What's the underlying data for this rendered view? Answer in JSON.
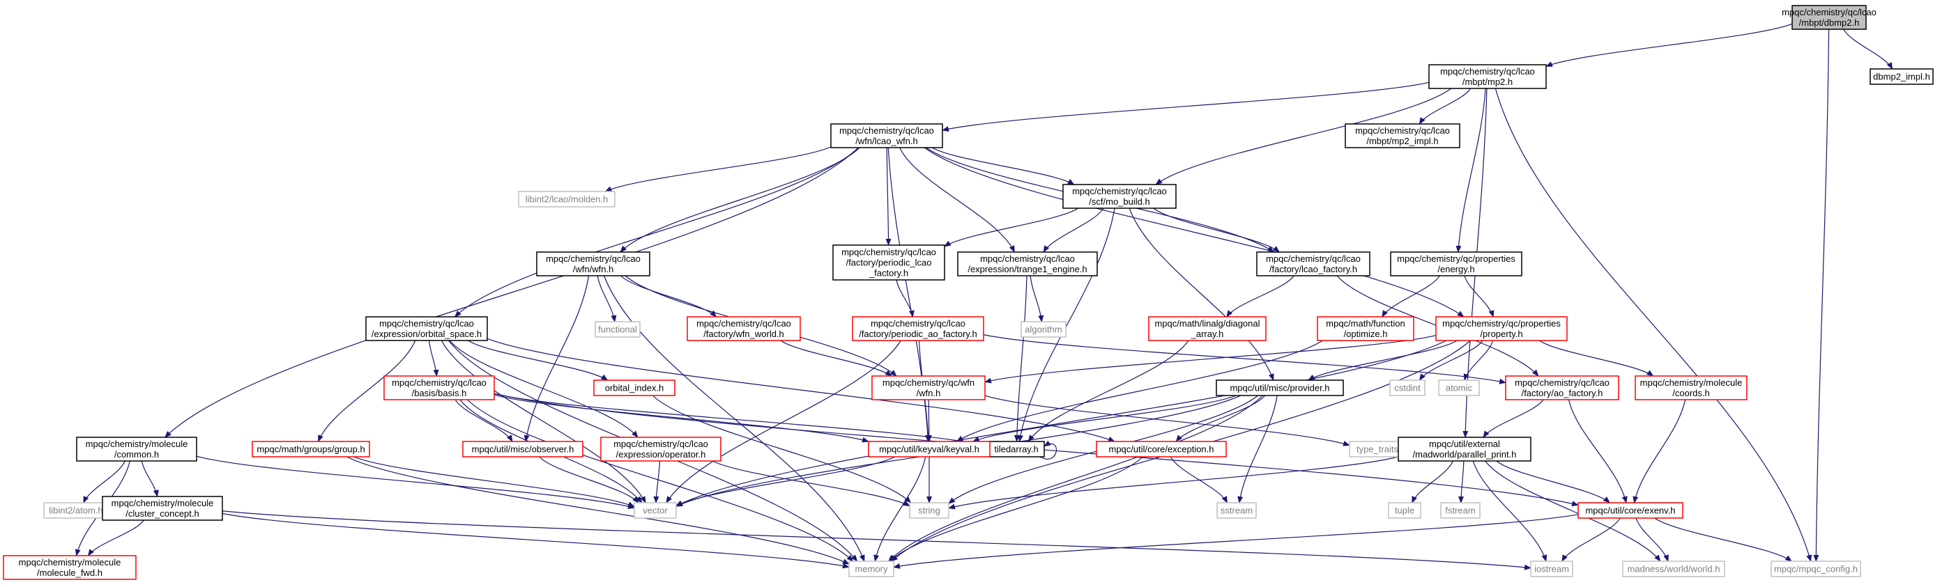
{
  "colors": {
    "edge": "#191970",
    "node_border_normal": "#000000",
    "node_border_red": "#ff0000",
    "node_border_gray": "#bfbfbf",
    "root_fill": "#bfbfbf",
    "background": "#ffffff",
    "muted_text": "#7f7f7f"
  },
  "nodes": [
    {
      "id": "root",
      "label": [
        "mpqc/chemistry/qc/lcao",
        "/mbpt/dbmp2.h"
      ],
      "style": "root"
    },
    {
      "id": "mp2",
      "label": [
        "mpqc/chemistry/qc/lcao",
        "/mbpt/mp2.h"
      ],
      "style": "normal"
    },
    {
      "id": "dbmp2impl",
      "label": [
        "dbmp2_impl.h"
      ],
      "style": "normal"
    },
    {
      "id": "wfnlcao",
      "label": [
        "mpqc/chemistry/qc/lcao",
        "/wfn/lcao_wfn.h"
      ],
      "style": "normal"
    },
    {
      "id": "mp2impl",
      "label": [
        "mpqc/chemistry/qc/lcao",
        "/mbpt/mp2_impl.h"
      ],
      "style": "normal"
    },
    {
      "id": "molden",
      "label": [
        "libint2/lcao/molden.h"
      ],
      "style": "gray"
    },
    {
      "id": "scfmo",
      "label": [
        "mpqc/chemistry/qc/lcao",
        "/scf/mo_build.h"
      ],
      "style": "normal"
    },
    {
      "id": "wfnwfn",
      "label": [
        "mpqc/chemistry/qc/lcao",
        "/wfn/wfn.h"
      ],
      "style": "normal"
    },
    {
      "id": "periodic",
      "label": [
        "mpqc/chemistry/qc/lcao",
        "/factory/periodic_lcao",
        "_factory.h"
      ],
      "style": "normal"
    },
    {
      "id": "trange1",
      "label": [
        "mpqc/chemistry/qc/lcao",
        "/expression/trange1_engine.h"
      ],
      "style": "normal"
    },
    {
      "id": "lcaofactory",
      "label": [
        "mpqc/chemistry/qc/lcao",
        "/factory/lcao_factory.h"
      ],
      "style": "normal"
    },
    {
      "id": "energy",
      "label": [
        "mpqc/chemistry/qc/properties",
        "/energy.h"
      ],
      "style": "normal"
    },
    {
      "id": "functional",
      "label": [
        "functional"
      ],
      "style": "gray"
    },
    {
      "id": "algorithm",
      "label": [
        "algorithm"
      ],
      "style": "gray"
    },
    {
      "id": "orbspace",
      "label": [
        "mpqc/chemistry/qc/lcao",
        "/expression/orbital_space.h"
      ],
      "style": "normal"
    },
    {
      "id": "wfnworld",
      "label": [
        "mpqc/chemistry/qc/lcao",
        "/factory/wfn_world.h"
      ],
      "style": "red"
    },
    {
      "id": "periodicao",
      "label": [
        "mpqc/chemistry/qc/lcao",
        "/factory/periodic_ao_factory.h"
      ],
      "style": "red"
    },
    {
      "id": "diagarr",
      "label": [
        "mpqc/math/linalg/diagonal",
        "_array.h"
      ],
      "style": "red"
    },
    {
      "id": "optimize",
      "label": [
        "mpqc/math/function",
        "/optimize.h"
      ],
      "style": "red"
    },
    {
      "id": "property",
      "label": [
        "mpqc/chemistry/qc/properties",
        "/property.h"
      ],
      "style": "red"
    },
    {
      "id": "basis",
      "label": [
        "mpqc/chemistry/qc/lcao",
        "/basis/basis.h"
      ],
      "style": "red"
    },
    {
      "id": "orbindex",
      "label": [
        "orbital_index.h"
      ],
      "style": "red"
    },
    {
      "id": "qcwfn",
      "label": [
        "mpqc/chemistry/qc/wfn",
        "/wfn.h"
      ],
      "style": "red"
    },
    {
      "id": "provider",
      "label": [
        "mpqc/util/misc/provider.h"
      ],
      "style": "normal"
    },
    {
      "id": "cstdint",
      "label": [
        "cstdint"
      ],
      "style": "gray"
    },
    {
      "id": "atomic",
      "label": [
        "atomic"
      ],
      "style": "gray"
    },
    {
      "id": "aofactory",
      "label": [
        "mpqc/chemistry/qc/lcao",
        "/factory/ao_factory.h"
      ],
      "style": "red"
    },
    {
      "id": "coords",
      "label": [
        "mpqc/chemistry/molecule",
        "/coords.h"
      ],
      "style": "red"
    },
    {
      "id": "molcommon",
      "label": [
        "mpqc/chemistry/molecule",
        "/common.h"
      ],
      "style": "normal"
    },
    {
      "id": "group",
      "label": [
        "mpqc/math/groups/group.h"
      ],
      "style": "red"
    },
    {
      "id": "observer",
      "label": [
        "mpqc/util/misc/observer.h"
      ],
      "style": "red"
    },
    {
      "id": "operator",
      "label": [
        "mpqc/chemistry/qc/lcao",
        "/expression/operator.h"
      ],
      "style": "red"
    },
    {
      "id": "tiledarray",
      "label": [
        "tiledarray.h"
      ],
      "style": "normal"
    },
    {
      "id": "keyval",
      "label": [
        "mpqc/util/keyval/keyval.h"
      ],
      "style": "red"
    },
    {
      "id": "exception",
      "label": [
        "mpqc/util/core/exception.h"
      ],
      "style": "red"
    },
    {
      "id": "typetraits",
      "label": [
        "type_traits"
      ],
      "style": "gray"
    },
    {
      "id": "parprint",
      "label": [
        "mpqc/util/external",
        "/madworld/parallel_print.h"
      ],
      "style": "normal"
    },
    {
      "id": "atomh",
      "label": [
        "libint2/atom.h"
      ],
      "style": "gray"
    },
    {
      "id": "cluster",
      "label": [
        "mpqc/chemistry/molecule",
        "/cluster_concept.h"
      ],
      "style": "normal"
    },
    {
      "id": "vector",
      "label": [
        "vector"
      ],
      "style": "gray"
    },
    {
      "id": "string",
      "label": [
        "string"
      ],
      "style": "gray"
    },
    {
      "id": "sstream",
      "label": [
        "sstream"
      ],
      "style": "gray"
    },
    {
      "id": "tuple",
      "label": [
        "tuple"
      ],
      "style": "gray"
    },
    {
      "id": "fstream",
      "label": [
        "fstream"
      ],
      "style": "gray"
    },
    {
      "id": "exenv",
      "label": [
        "mpqc/util/core/exenv.h"
      ],
      "style": "red"
    },
    {
      "id": "molfwd",
      "label": [
        "mpqc/chemistry/molecule",
        "/molecule_fwd.h"
      ],
      "style": "red"
    },
    {
      "id": "memory",
      "label": [
        "memory"
      ],
      "style": "gray"
    },
    {
      "id": "iostream",
      "label": [
        "iostream"
      ],
      "style": "gray"
    },
    {
      "id": "madworld",
      "label": [
        "madness/world/world.h"
      ],
      "style": "gray"
    },
    {
      "id": "config",
      "label": [
        "mpqc/mpqc_config.h"
      ],
      "style": "gray"
    }
  ],
  "edges": [
    [
      "root",
      "mp2"
    ],
    [
      "root",
      "dbmp2impl"
    ],
    [
      "root",
      "config"
    ],
    [
      "mp2",
      "wfnlcao"
    ],
    [
      "mp2",
      "mp2impl"
    ],
    [
      "mp2",
      "scfmo"
    ],
    [
      "mp2",
      "energy"
    ],
    [
      "mp2",
      "parprint"
    ],
    [
      "mp2",
      "config"
    ],
    [
      "wfnlcao",
      "molden"
    ],
    [
      "wfnlcao",
      "scfmo"
    ],
    [
      "wfnlcao",
      "wfnwfn"
    ],
    [
      "wfnlcao",
      "periodic"
    ],
    [
      "wfnlcao",
      "trange1"
    ],
    [
      "wfnlcao",
      "lcaofactory"
    ],
    [
      "wfnlcao",
      "orbspace"
    ],
    [
      "wfnlcao",
      "property"
    ],
    [
      "wfnlcao",
      "molcommon"
    ],
    [
      "wfnlcao",
      "keyval"
    ],
    [
      "scfmo",
      "periodic"
    ],
    [
      "scfmo",
      "trange1"
    ],
    [
      "scfmo",
      "lcaofactory"
    ],
    [
      "scfmo",
      "provider"
    ],
    [
      "scfmo",
      "tiledarray"
    ],
    [
      "wfnwfn",
      "functional"
    ],
    [
      "wfnwfn",
      "wfnworld"
    ],
    [
      "wfnwfn",
      "qcwfn"
    ],
    [
      "wfnwfn",
      "observer"
    ],
    [
      "wfnwfn",
      "memory"
    ],
    [
      "periodic",
      "periodicao"
    ],
    [
      "trange1",
      "algorithm"
    ],
    [
      "trange1",
      "tiledarray"
    ],
    [
      "lcaofactory",
      "diagarr"
    ],
    [
      "lcaofactory",
      "aofactory"
    ],
    [
      "energy",
      "optimize"
    ],
    [
      "energy",
      "property"
    ],
    [
      "orbspace",
      "basis"
    ],
    [
      "orbspace",
      "orbindex"
    ],
    [
      "orbspace",
      "group"
    ],
    [
      "orbspace",
      "operator"
    ],
    [
      "orbspace",
      "exception"
    ],
    [
      "orbspace",
      "vector"
    ],
    [
      "orbspace",
      "memory"
    ],
    [
      "wfnworld",
      "qcwfn"
    ],
    [
      "periodicao",
      "keyval"
    ],
    [
      "periodicao",
      "vector"
    ],
    [
      "periodicao",
      "aofactory"
    ],
    [
      "diagarr",
      "tiledarray"
    ],
    [
      "optimize",
      "keyval"
    ],
    [
      "property",
      "qcwfn"
    ],
    [
      "property",
      "provider"
    ],
    [
      "property",
      "cstdint"
    ],
    [
      "property",
      "atomic"
    ],
    [
      "property",
      "coords"
    ],
    [
      "property",
      "vector"
    ],
    [
      "property",
      "memory"
    ],
    [
      "basis",
      "observer"
    ],
    [
      "basis",
      "keyval"
    ],
    [
      "basis",
      "tiledarray"
    ],
    [
      "basis",
      "vector"
    ],
    [
      "basis",
      "memory"
    ],
    [
      "basis",
      "exenv"
    ],
    [
      "orbindex",
      "string"
    ],
    [
      "qcwfn",
      "keyval"
    ],
    [
      "qcwfn",
      "typetraits"
    ],
    [
      "provider",
      "keyval"
    ],
    [
      "provider",
      "exception"
    ],
    [
      "provider",
      "sstream"
    ],
    [
      "provider",
      "string"
    ],
    [
      "provider",
      "memory"
    ],
    [
      "provider",
      "vector"
    ],
    [
      "aofactory",
      "parprint"
    ],
    [
      "aofactory",
      "exenv"
    ],
    [
      "coords",
      "exenv"
    ],
    [
      "molcommon",
      "atomh"
    ],
    [
      "molcommon",
      "cluster"
    ],
    [
      "molcommon",
      "molfwd"
    ],
    [
      "molcommon",
      "vector"
    ],
    [
      "group",
      "vector"
    ],
    [
      "group",
      "memory"
    ],
    [
      "observer",
      "vector"
    ],
    [
      "operator",
      "vector"
    ],
    [
      "operator",
      "string"
    ],
    [
      "tiledarray",
      "tiledarray"
    ],
    [
      "keyval",
      "vector"
    ],
    [
      "keyval",
      "string"
    ],
    [
      "keyval",
      "memory"
    ],
    [
      "exception",
      "sstream"
    ],
    [
      "exception",
      "memory"
    ],
    [
      "parprint",
      "string"
    ],
    [
      "parprint",
      "tuple"
    ],
    [
      "parprint",
      "fstream"
    ],
    [
      "parprint",
      "iostream"
    ],
    [
      "parprint",
      "madworld"
    ],
    [
      "parprint",
      "exenv"
    ],
    [
      "cluster",
      "molfwd"
    ],
    [
      "cluster",
      "memory"
    ],
    [
      "cluster",
      "iostream"
    ],
    [
      "exenv",
      "memory"
    ],
    [
      "exenv",
      "iostream"
    ],
    [
      "exenv",
      "madworld"
    ],
    [
      "exenv",
      "config"
    ]
  ]
}
